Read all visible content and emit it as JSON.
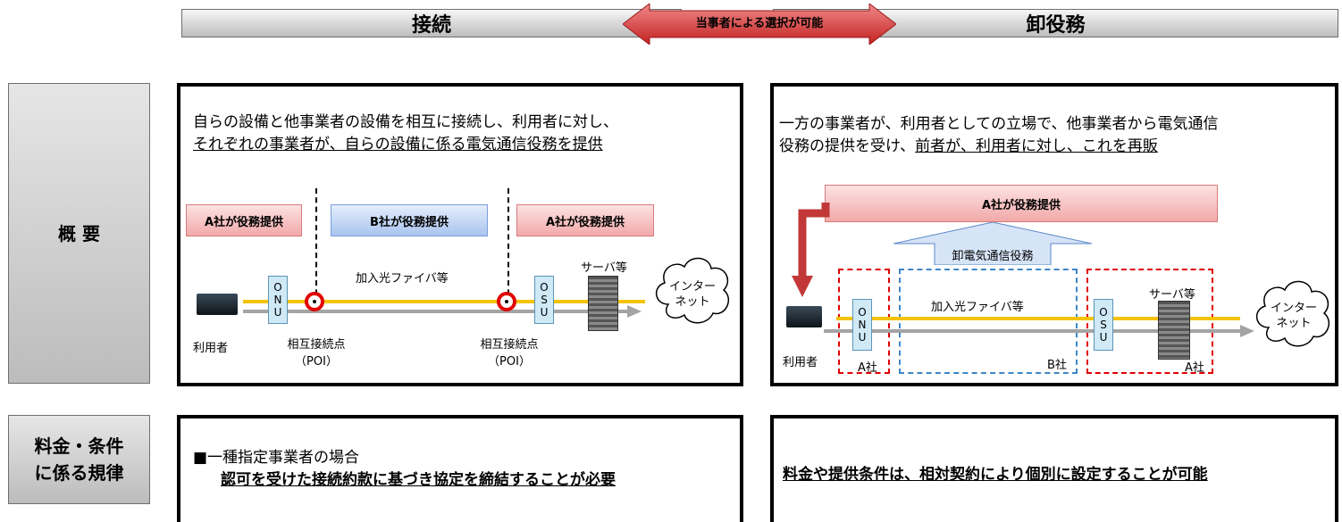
{
  "header": {
    "left_title": "接続",
    "right_title": "卸役務",
    "center_arrow": "当事者による選択が可能"
  },
  "rows": {
    "overview": "概 要",
    "regulation_line1": "料金・条件",
    "regulation_line2": "に係る規律"
  },
  "left_panel": {
    "line1": "自らの設備と他事業者の設備を相互に接続し、利用者に対し、",
    "line2": "それぞれの事業者が、自らの設備に係る電気通信役務を提供",
    "tag_a1": "A社が役務提供",
    "tag_b": "B社が役務提供",
    "tag_a2": "A社が役務提供",
    "fiber_label": "加入光ファイバ等",
    "server_label": "サーバ等",
    "cloud_line1": "インター",
    "cloud_line2": "ネット",
    "user_label": "利用者",
    "onu": [
      "O",
      "N",
      "U"
    ],
    "osu": [
      "O",
      "S",
      "U"
    ],
    "poi1_line1": "相互接続点",
    "poi1_line2": "（POI）",
    "poi2_line1": "相互接続点",
    "poi2_line2": "（POI）"
  },
  "right_panel": {
    "line1": "一方の事業者が、利用者としての立場で、他事業者から電気通信",
    "line2_a": "役務の提供を受け、",
    "line2_b": "前者が、利用者に対し、これを再販",
    "tag_a": "A社が役務提供",
    "wholesale_label": "卸電気通信役務",
    "fiber_label": "加入光ファイバ等",
    "server_label": "サーバ等",
    "cloud_line1": "インター",
    "cloud_line2": "ネット",
    "user_label": "利用者",
    "onu": [
      "O",
      "N",
      "U"
    ],
    "osu": [
      "O",
      "S",
      "U"
    ],
    "company_a1": "A社",
    "company_b": "B社",
    "company_a2": "A社"
  },
  "bottom_left": {
    "line1": "■一種指定事業者の場合",
    "line2": "認可を受けた接続約款に基づき協定を締結することが必要"
  },
  "bottom_right": {
    "line1": "料金や提供条件は、相対契約により個別に設定することが可能"
  },
  "colors": {
    "red": "#e00000",
    "fiber": "#f6c200",
    "blue_dash": "#3c86c8",
    "arrow_red": "#d94040"
  }
}
